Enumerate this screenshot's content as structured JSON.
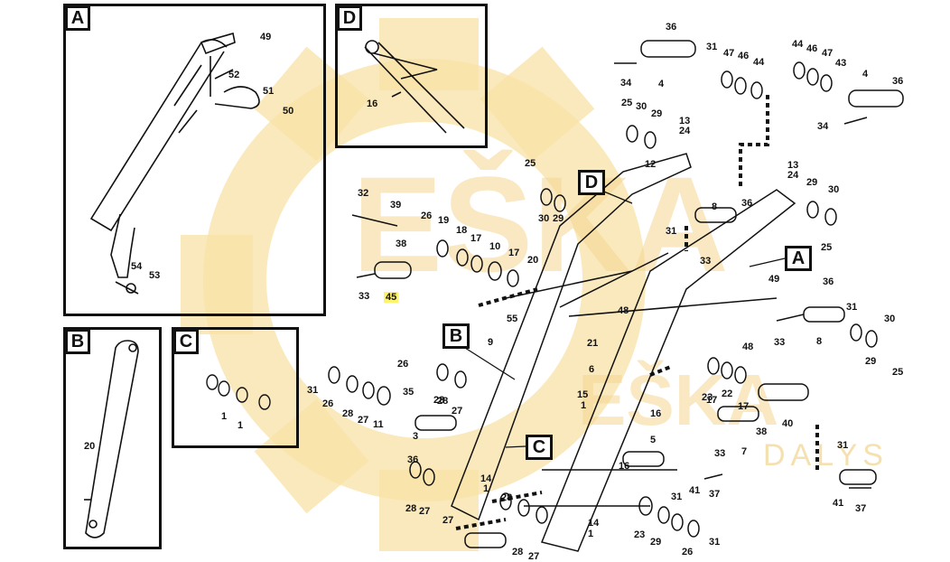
{
  "diagram": {
    "panels": [
      {
        "label": "A"
      },
      {
        "label": "D"
      },
      {
        "label": "B"
      },
      {
        "label": "C"
      }
    ],
    "callouts": [
      {
        "label": "D"
      },
      {
        "label": "A"
      },
      {
        "label": "B"
      },
      {
        "label": "C"
      }
    ],
    "highlighted_part": "45",
    "watermark": {
      "brand_lines": [
        "EŠKA",
        "DALYS"
      ],
      "colors": {
        "gear": "#f8e2a6",
        "text": "#f1d48f"
      }
    },
    "part_numbers": [
      "49",
      "52",
      "51",
      "50",
      "54",
      "53",
      "16",
      "20",
      "1",
      "1",
      "36",
      "4",
      "31",
      "47",
      "46",
      "44",
      "34",
      "44",
      "46",
      "47",
      "43",
      "4",
      "36",
      "34",
      "25",
      "30",
      "29",
      "13",
      "24",
      "12",
      "13",
      "24",
      "29",
      "30",
      "25",
      "30",
      "29",
      "32",
      "39",
      "26",
      "19",
      "18",
      "17",
      "10",
      "17",
      "38",
      "33",
      "45",
      "20",
      "8",
      "36",
      "31",
      "33",
      "25",
      "49",
      "36",
      "55",
      "9",
      "21",
      "48",
      "31",
      "30",
      "48",
      "33",
      "8",
      "29",
      "25",
      "6",
      "26",
      "28",
      "23",
      "17",
      "22",
      "17",
      "31",
      "26",
      "28",
      "27",
      "11",
      "35",
      "28",
      "27",
      "15",
      "1",
      "16",
      "40",
      "38",
      "31",
      "3",
      "5",
      "33",
      "7",
      "36",
      "31",
      "41",
      "37",
      "16",
      "14",
      "1",
      "28",
      "27",
      "28",
      "27",
      "14",
      "1",
      "23",
      "29",
      "26",
      "31",
      "28",
      "27",
      "41",
      "37"
    ]
  }
}
